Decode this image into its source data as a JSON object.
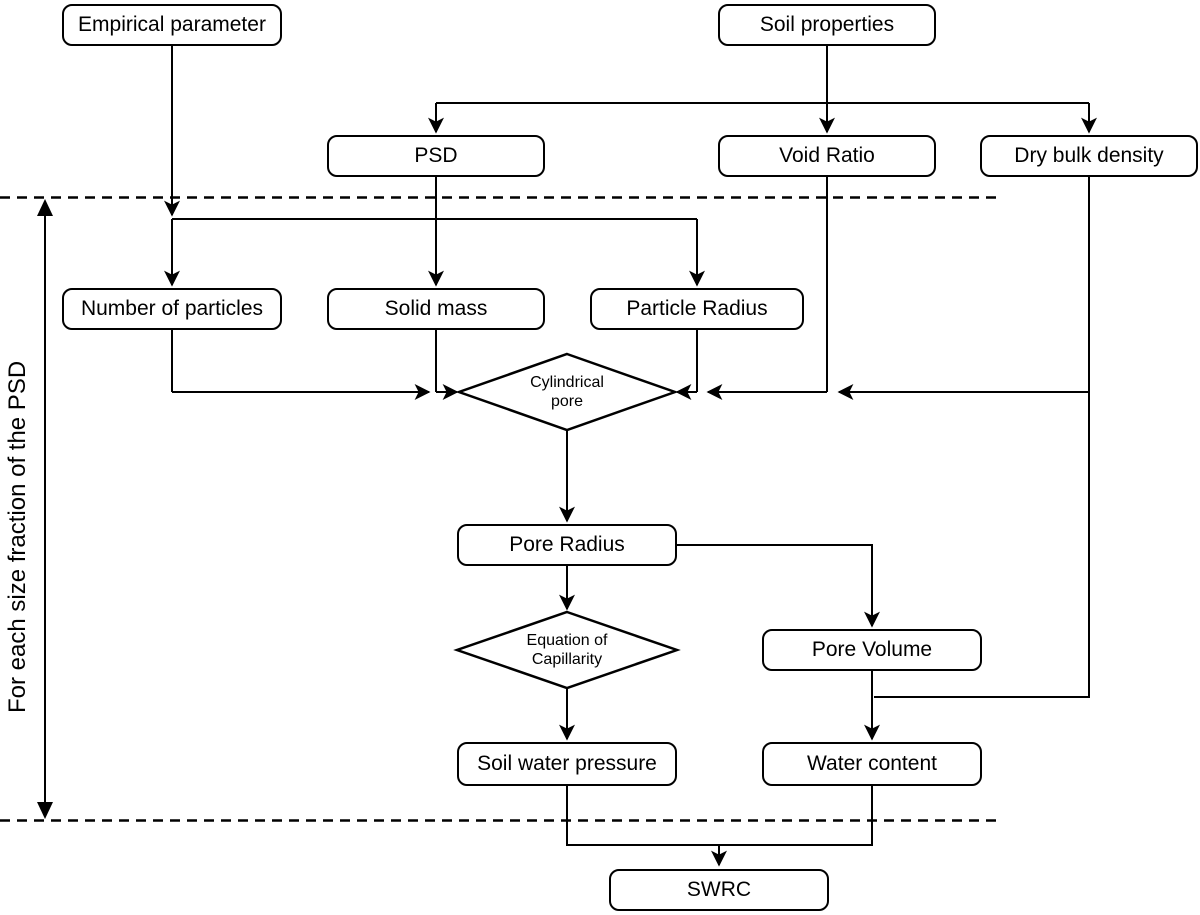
{
  "diagram": {
    "side_label": "For each size fraction of the PSD",
    "nodes": {
      "empirical_parameter": "Empirical parameter",
      "soil_properties": "Soil properties",
      "psd": "PSD",
      "void_ratio": "Void Ratio",
      "dry_bulk_density": "Dry bulk density",
      "number_of_particles": "Number of particles",
      "solid_mass": "Solid mass",
      "particle_radius": "Particle Radius",
      "pore_radius": "Pore Radius",
      "pore_volume": "Pore Volume",
      "soil_water_pressure": "Soil water pressure",
      "water_content": "Water content",
      "swrc": "SWRC"
    },
    "decisions": {
      "cylindrical_pore": {
        "line1": "Cylindrical",
        "line2": "pore"
      },
      "equation_of_capillarity": {
        "line1": "Equation of",
        "line2": "Capillarity"
      }
    },
    "colors": {
      "stroke": "#000000",
      "background": "#ffffff"
    }
  }
}
